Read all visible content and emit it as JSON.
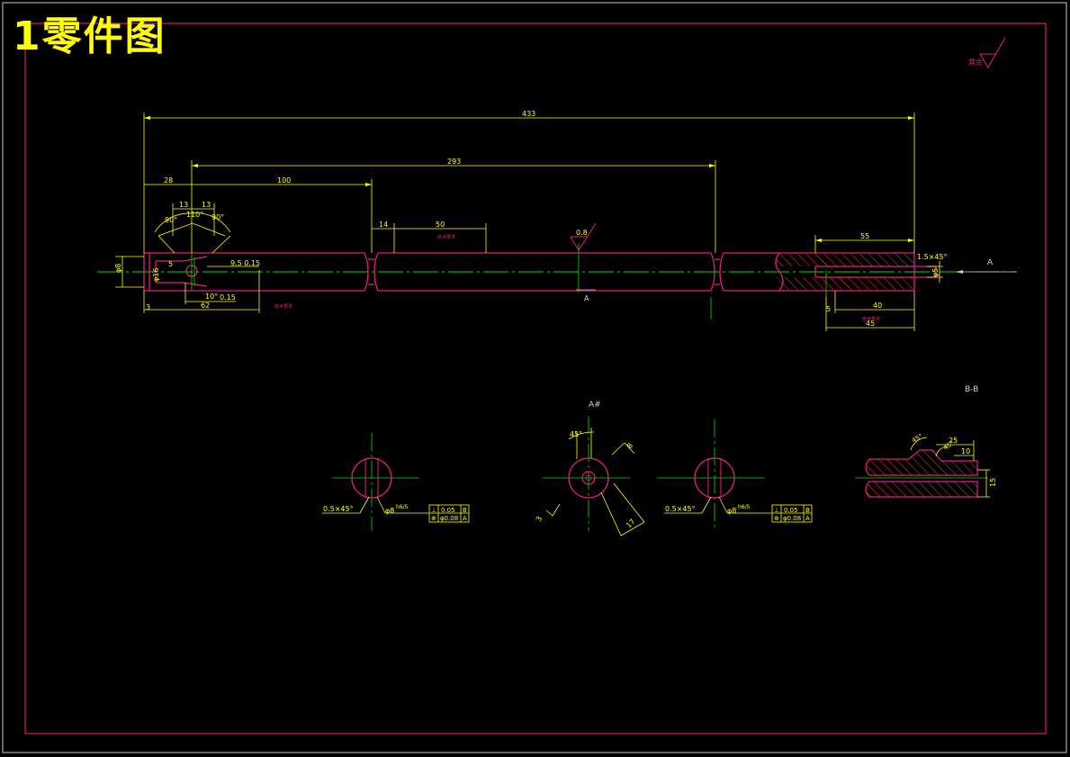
{
  "title": "1零件图",
  "colors": {
    "background": "#000000",
    "outer_border": "#c9c9c9",
    "inner_border": "#d61a6b",
    "part_outline": "#e0207a",
    "dimension": "#ffff00",
    "centerline": "#00e000",
    "hatch": "#ff3b3b",
    "title": "#ffff00",
    "label": "#d0d0d0"
  },
  "roughness": {
    "corner_mark": "其余",
    "shaft_value": "0.8"
  },
  "dimensions": {
    "overall_length": "433",
    "length_293": "293",
    "length_100": "100",
    "length_28": "28",
    "length_13a": "13",
    "length_13b": "13",
    "angle_90a": "90°",
    "angle_110": "110°",
    "angle_90b": "90°",
    "length_14": "14",
    "length_50": "50",
    "length_55": "55",
    "length_40": "40",
    "length_45": "45",
    "length_62": "62",
    "length_10": "10°",
    "tol_015a": "0.15",
    "tol_015b": "9.5 0.15",
    "chamfer_right": "1.5×45°",
    "dia_left_a": "φ8",
    "dia_left_b": "φ16",
    "dia_small": "φ5",
    "notes_left": "技术要求",
    "notes_mid": "技术要求",
    "notes_right": "技术要求",
    "small_d": "3",
    "small_f": "5",
    "small_q": "5"
  },
  "section_labels": {
    "view_a_arrow": "A",
    "view_a_below": "A",
    "view_a_title": "A#",
    "bb_title": "B-B"
  },
  "section_views": {
    "left": {
      "chamfer": "0.5×45°",
      "diameter": "φ8",
      "fit": "h6/5",
      "tol_rows": [
        [
          "⊥",
          "0.05",
          "B"
        ],
        [
          "⊕",
          "φ0.08",
          "A"
        ]
      ]
    },
    "center": {
      "angle": "45°",
      "dim_8": "8",
      "dim_17": "17",
      "dim_3": "3"
    },
    "right": {
      "chamfer": "0.5×45°",
      "diameter": "φ8",
      "fit": "h6/5",
      "tol_rows": [
        [
          "⊥",
          "0.05",
          "B"
        ],
        [
          "⊕",
          "φ0.08",
          "A"
        ]
      ]
    },
    "bb": {
      "angle_a": "45°",
      "angle_b": "45°",
      "dim_25": "25",
      "dim_10": "10",
      "dim_15": "15"
    }
  }
}
